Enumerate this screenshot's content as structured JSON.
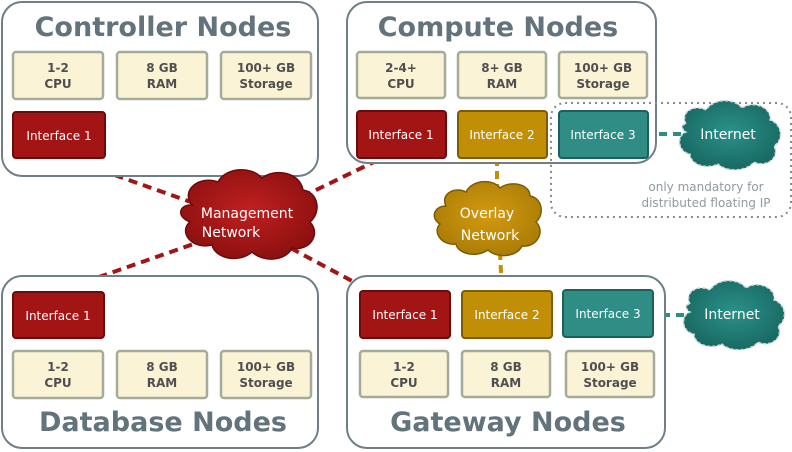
{
  "colors": {
    "management": "#a31515",
    "overlay": "#c18f06",
    "external": "#2f8d86",
    "internet": "#1f7a73",
    "panel_border": "#6e7f88",
    "spec_fill": "#fbf3d6"
  },
  "controller": {
    "title": "Controller Nodes",
    "specs": [
      {
        "line1": "1-2",
        "line2": "CPU"
      },
      {
        "line1": "8 GB",
        "line2": "RAM"
      },
      {
        "line1": "100+ GB",
        "line2": "Storage"
      }
    ],
    "interfaces": [
      "Interface 1"
    ]
  },
  "compute": {
    "title": "Compute Nodes",
    "specs": [
      {
        "line1": "2-4+",
        "line2": "CPU"
      },
      {
        "line1": "8+ GB",
        "line2": "RAM"
      },
      {
        "line1": "100+ GB",
        "line2": "Storage"
      }
    ],
    "interfaces": [
      "Interface 1",
      "Interface 2",
      "Interface 3"
    ]
  },
  "database": {
    "title": "Database Nodes",
    "specs": [
      {
        "line1": "1-2",
        "line2": "CPU"
      },
      {
        "line1": "8 GB",
        "line2": "RAM"
      },
      {
        "line1": "100+ GB",
        "line2": "Storage"
      }
    ],
    "interfaces": [
      "Interface 1"
    ]
  },
  "gateway": {
    "title": "Gateway Nodes",
    "specs": [
      {
        "line1": "1-2",
        "line2": "CPU"
      },
      {
        "line1": "8 GB",
        "line2": "RAM"
      },
      {
        "line1": "100+ GB",
        "line2": "Storage"
      }
    ],
    "interfaces": [
      "Interface 1",
      "Interface 2",
      "Interface 3"
    ]
  },
  "networks": {
    "management": {
      "line1": "Management",
      "line2": "Network"
    },
    "overlay": {
      "line1": "Overlay",
      "line2": "Network"
    },
    "internet_top": "Internet",
    "internet_bottom": "Internet"
  },
  "note": {
    "line1": "only mandatory for",
    "line2": "distributed floating IP"
  }
}
